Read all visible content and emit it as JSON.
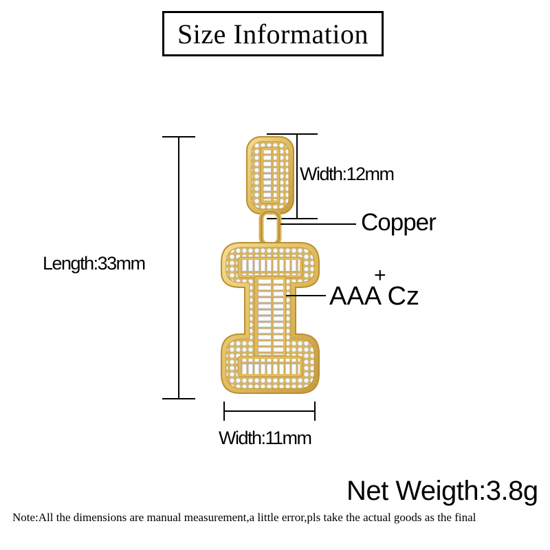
{
  "title": "Size Information",
  "labels": {
    "length": "Length:33mm",
    "width_bail": "Width:12mm",
    "material": "Copper",
    "stone": "AAA Cz",
    "stone_mark": "+",
    "width_pendant": "Width:11mm"
  },
  "net_weight": "Net Weigth:3.8g",
  "note": "Note:All the dimensions are manual measurement,a little error,pls take the actual goods as the final",
  "colors": {
    "gold": "#e6c46a",
    "gold_dark": "#b98f35",
    "stone": "#f4f4f4"
  }
}
